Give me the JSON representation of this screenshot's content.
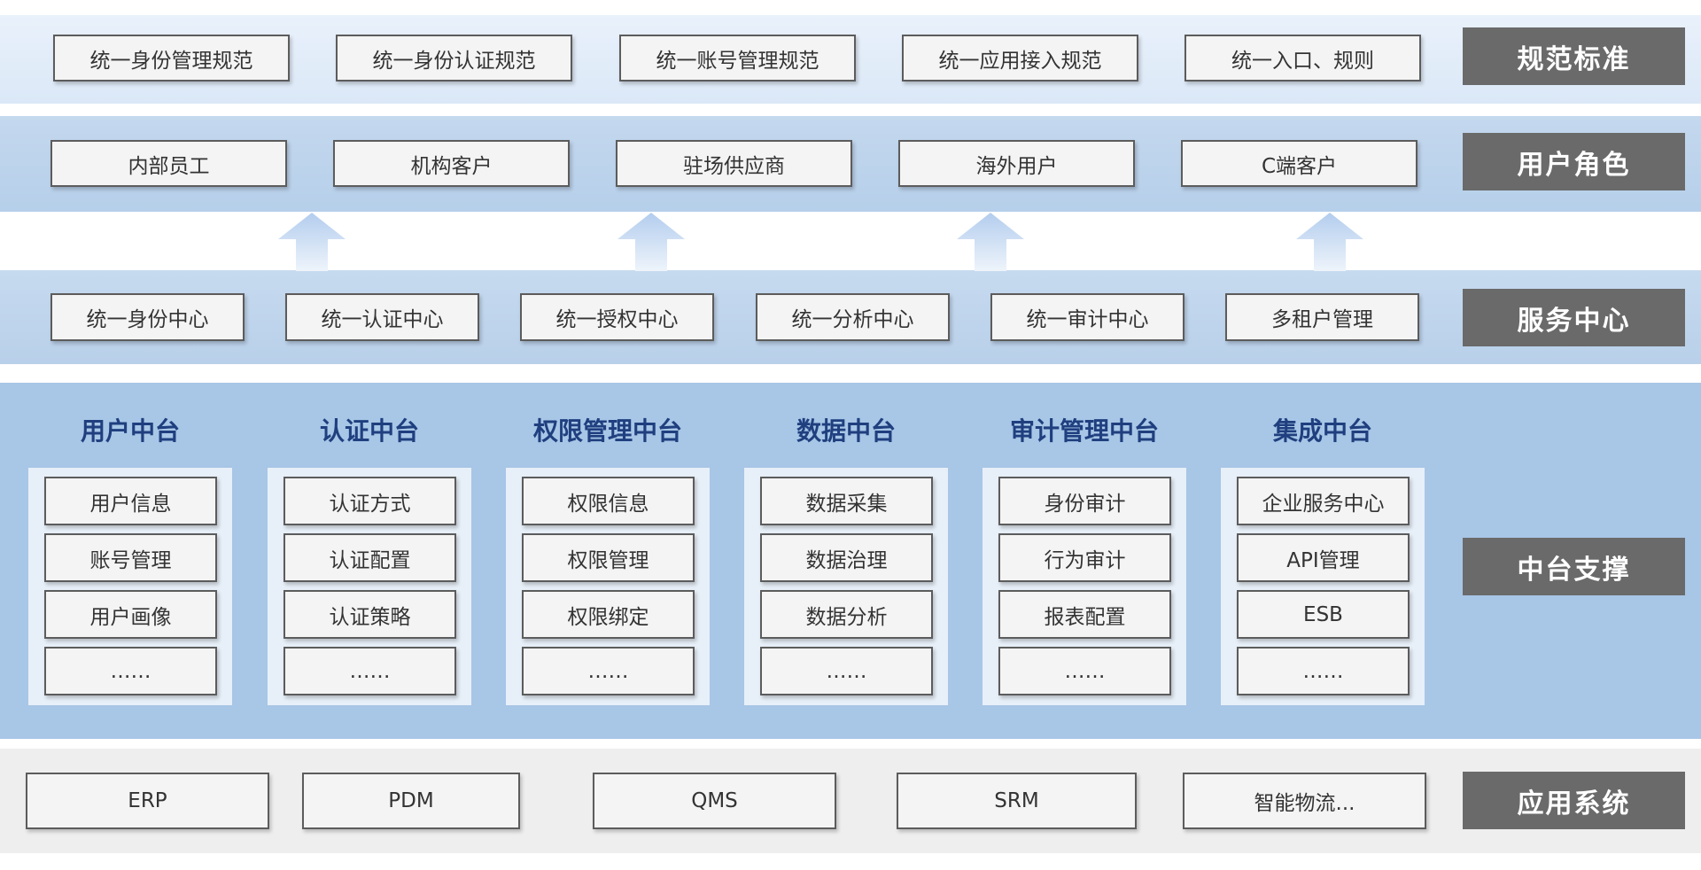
{
  "layers": {
    "standards": {
      "label": "规范标准",
      "items": [
        "统一身份管理规范",
        "统一身份认证规范",
        "统一账号管理规范",
        "统一应用接入规范",
        "统一入口、规则"
      ]
    },
    "roles": {
      "label": "用户角色",
      "items": [
        "内部员工",
        "机构客户",
        "驻场供应商",
        "海外用户",
        "C端客户"
      ]
    },
    "services": {
      "label": "服务中心",
      "items": [
        "统一身份中心",
        "统一认证中心",
        "统一授权中心",
        "统一分析中心",
        "统一审计中心",
        "多租户管理"
      ]
    },
    "platform": {
      "label": "中台支撑",
      "columns": [
        {
          "title": "用户中台",
          "items": [
            "用户信息",
            "账号管理",
            "用户画像",
            "……"
          ]
        },
        {
          "title": "认证中台",
          "items": [
            "认证方式",
            "认证配置",
            "认证策略",
            "……"
          ]
        },
        {
          "title": "权限管理中台",
          "items": [
            "权限信息",
            "权限管理",
            "权限绑定",
            "……"
          ]
        },
        {
          "title": "数据中台",
          "items": [
            "数据采集",
            "数据治理",
            "数据分析",
            "……"
          ]
        },
        {
          "title": "审计管理中台",
          "items": [
            "身份审计",
            "行为审计",
            "报表配置",
            "……"
          ]
        },
        {
          "title": "集成中台",
          "items": [
            "企业服务中心",
            "API管理",
            "ESB",
            "……"
          ]
        }
      ]
    },
    "apps": {
      "label": "应用系统",
      "items": [
        "ERP",
        "PDM",
        "QMS",
        "SRM",
        "智能物流..."
      ]
    }
  },
  "colors": {
    "label_bg": "#6a6a6a",
    "column_title": "#1f3f7f",
    "arrow": "#bcd3f0"
  },
  "icons": {
    "arrow": "up-arrow-icon"
  }
}
